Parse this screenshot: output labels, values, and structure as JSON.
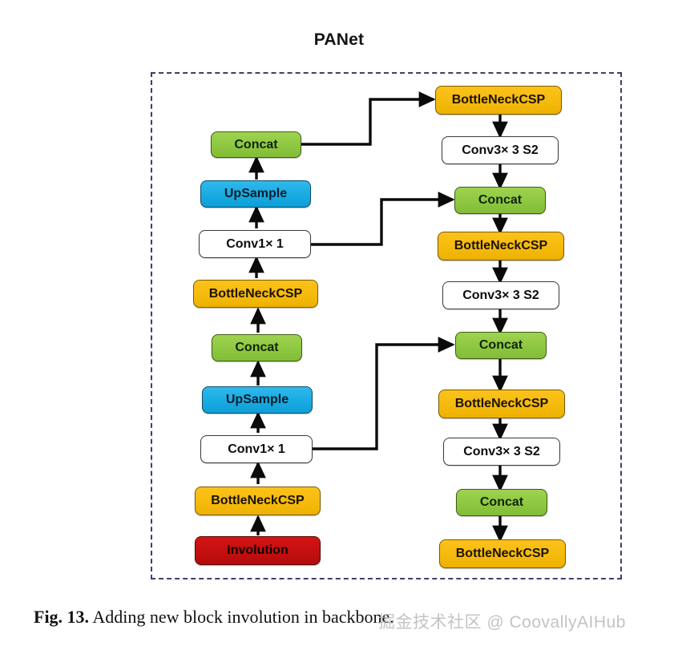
{
  "figure": {
    "title": "PANet",
    "caption_label": "Fig. 13.",
    "caption_text": " Adding new block involution in backbone.",
    "watermark": "掘金技术社区 @ CoovallyAIHub"
  },
  "palette": {
    "bottleneck_fill": "#F5BA0D",
    "bottleneck_border": "#7A5C00",
    "concat_fill": "#8CC63F",
    "concat_border": "#3D5C14",
    "upsample_fill": "#17A9E0",
    "upsample_border": "#0B4F6B",
    "conv_fill": "#FFFFFF",
    "conv_border": "#3A3A3A",
    "involution_fill": "#C40F0F",
    "involution_border": "#5C0404",
    "frame_border": "#3B3F6B",
    "arrow": "#0A0A0A"
  },
  "left_column": {
    "nodes": [
      {
        "id": "l-concat-top",
        "label": "Concat",
        "type": "concat"
      },
      {
        "id": "l-upsample-top",
        "label": "UpSample",
        "type": "upsample"
      },
      {
        "id": "l-conv1-top",
        "label": "Conv1× 1",
        "type": "conv"
      },
      {
        "id": "l-bncsp-mid",
        "label": "BottleNeckCSP",
        "type": "bncsp"
      },
      {
        "id": "l-concat-mid",
        "label": "Concat",
        "type": "concat"
      },
      {
        "id": "l-upsample-bot",
        "label": "UpSample",
        "type": "upsample"
      },
      {
        "id": "l-conv1-bot",
        "label": "Conv1× 1",
        "type": "conv"
      },
      {
        "id": "l-bncsp-bot",
        "label": "BottleNeckCSP",
        "type": "bncsp"
      },
      {
        "id": "l-involution",
        "label": "Involution",
        "type": "involution"
      }
    ]
  },
  "right_column": {
    "nodes": [
      {
        "id": "r-bncsp-1",
        "label": "BottleNeckCSP",
        "type": "bncsp"
      },
      {
        "id": "r-conv3-1",
        "label": "Conv3× 3 S2",
        "type": "conv"
      },
      {
        "id": "r-concat-1",
        "label": "Concat",
        "type": "concat"
      },
      {
        "id": "r-bncsp-2",
        "label": "BottleNeckCSP",
        "type": "bncsp"
      },
      {
        "id": "r-conv3-2",
        "label": "Conv3× 3 S2",
        "type": "conv"
      },
      {
        "id": "r-concat-2",
        "label": "Concat",
        "type": "concat"
      },
      {
        "id": "r-bncsp-3",
        "label": "BottleNeckCSP",
        "type": "bncsp"
      },
      {
        "id": "r-conv3-3",
        "label": "Conv3× 3 S2",
        "type": "conv"
      },
      {
        "id": "r-concat-3",
        "label": "Concat",
        "type": "concat"
      },
      {
        "id": "r-bncsp-4",
        "label": "BottleNeckCSP",
        "type": "bncsp"
      }
    ]
  }
}
